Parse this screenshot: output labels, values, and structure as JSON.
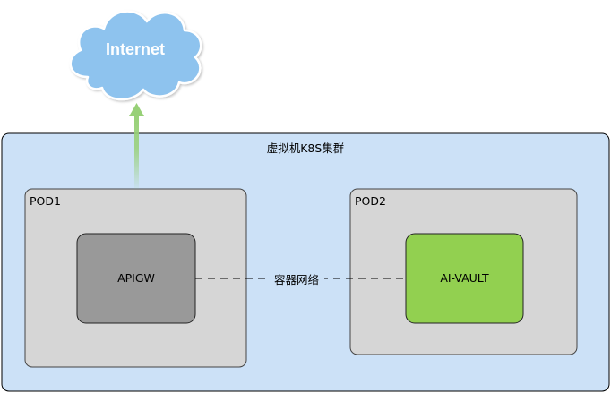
{
  "internet": {
    "label": "Internet",
    "fill_color": "#8ec3ee",
    "stroke_color": "#ffffff"
  },
  "cluster": {
    "label": "虚拟机K8S集群",
    "fill_color": "#cce1f7"
  },
  "pods": [
    {
      "label": "POD1",
      "fill_color": "#d6d6d6"
    },
    {
      "label": "POD2",
      "fill_color": "#d6d6d6"
    }
  ],
  "services": [
    {
      "label": "APIGW",
      "fill_color": "#999999"
    },
    {
      "label": "AI-VAULT",
      "fill_color": "#92d050"
    }
  ],
  "connection": {
    "label": "容器网络",
    "style": "dashed"
  },
  "uplink_arrow": {
    "color": "#97d077"
  }
}
